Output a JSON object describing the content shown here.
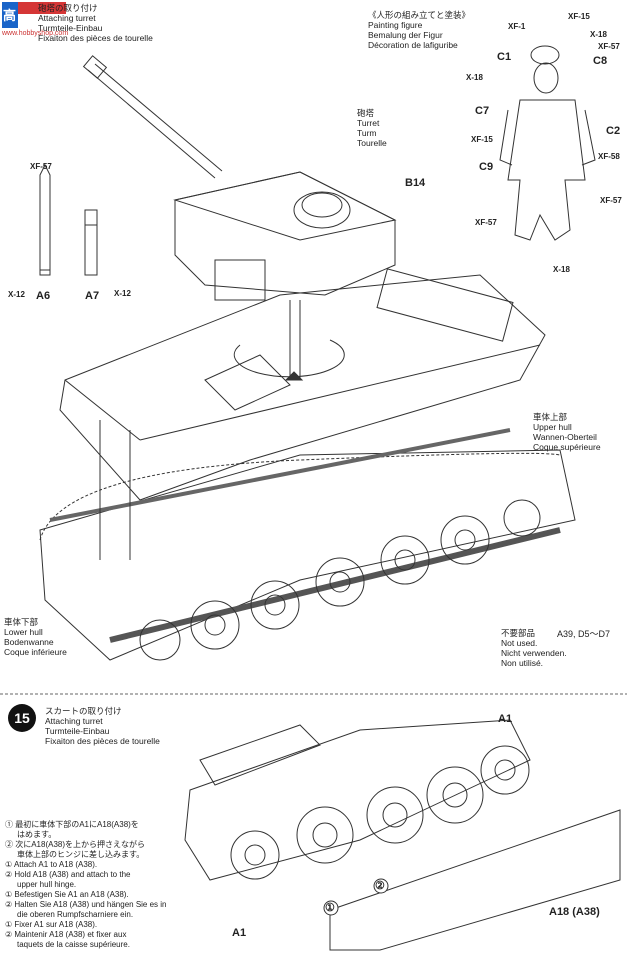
{
  "watermark": {
    "brand": "高",
    "site": "www.hobbyshop.com"
  },
  "step14": {
    "lines": [
      "砲塔の取り付け",
      "Attaching turret",
      "Turmteile-Einbau",
      "Fixaiton des pièces de tourelle"
    ]
  },
  "painting": {
    "lines": [
      "《人形の組み立てと塗装》",
      "Painting figure",
      "Bemalung der Figur",
      "Décoration de lafiguribe"
    ],
    "callouts": [
      "XF-1",
      "XF-15",
      "X-18",
      "XF-57",
      "C1",
      "C8",
      "X-18",
      "C7",
      "XF-15",
      "C2",
      "C9",
      "XF-58",
      "XF-57",
      "XF-57",
      "X-18"
    ]
  },
  "shells": {
    "xf": "XF-57",
    "a6": "A6",
    "a7": "A7",
    "x12_left": "X-12",
    "x12_right": "X-12"
  },
  "turret_label": {
    "lines": [
      "砲塔",
      "Turret",
      "Turm",
      "Tourelle"
    ]
  },
  "b14": "B14",
  "upper_hull": {
    "lines": [
      "車体上部",
      "Upper hull",
      "Wannen-Oberteil",
      "Coque supérieure"
    ]
  },
  "lower_hull": {
    "lines": [
      "車体下部",
      "Lower hull",
      "Bodenwanne",
      "Coque inférieure"
    ]
  },
  "not_used": {
    "jp": "不要部品",
    "parts": "A39, D5〜D7",
    "lines": [
      "Not used.",
      "Nicht verwenden.",
      "Non utilisé."
    ]
  },
  "step15": {
    "number": "15",
    "lines": [
      "スカートの取り付け",
      "Attaching turret",
      "Turmteile-Einbau",
      "Fixaiton des pièces de tourelle"
    ],
    "instructions": [
      "① 最初に車体下部のA1にA18(A38)を",
      "はめます。",
      "② 次にA18(A38)を上から押さえながら",
      "車体上部のヒンジに差し込みます。",
      "① Attach A1 to A18 (A38).",
      "② Hold A18 (A38) and attach to the",
      "upper hull hinge.",
      "① Befestigen Sie A1 an A18 (A38).",
      "② Halten Sie A18 (A38) und hängen Sie es in",
      "die oberen Rumpfscharniere ein.",
      "① Fixer A1 sur A18 (A38).",
      "② Maintenir A18 (A38) et fixer aux",
      "taquets de la caisse supérieure."
    ],
    "label_a1_top": "A1",
    "label_a1_bottom": "A1",
    "label_a18": "A18 (A38)",
    "circle1": "①",
    "circle2": "②"
  }
}
